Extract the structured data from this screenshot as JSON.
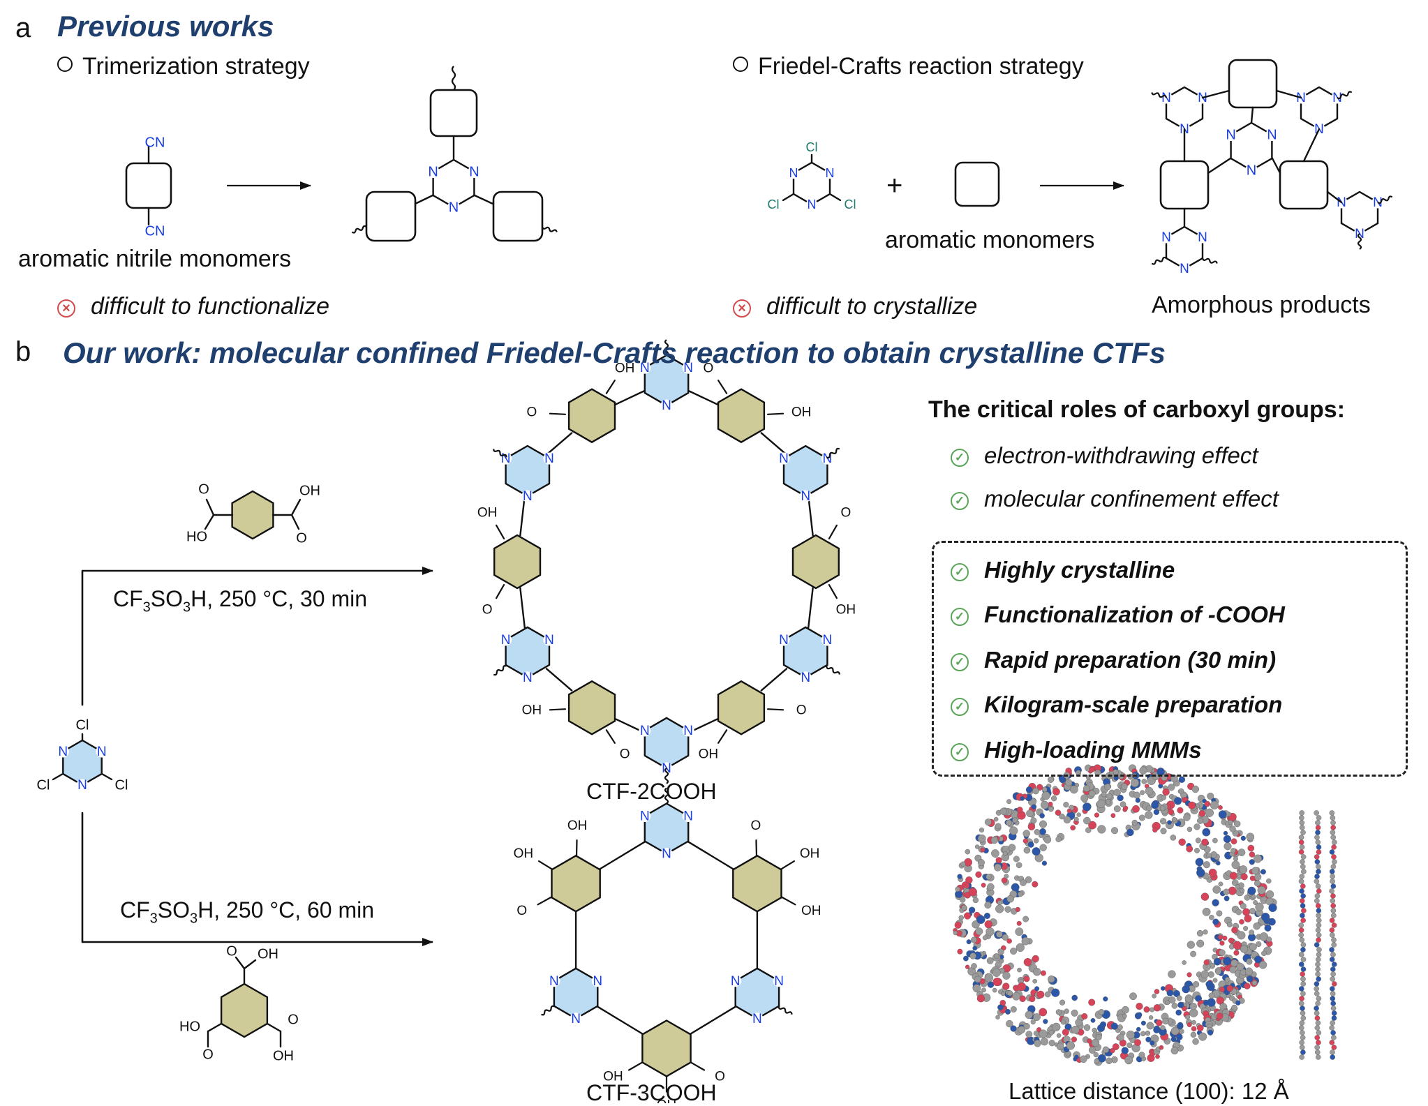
{
  "panel_a": {
    "letter": "a",
    "title": "Previous works",
    "left": {
      "strategy": "Trimerization strategy",
      "monomer_top": "CN",
      "monomer_bottom": "CN",
      "monomer_caption": "aromatic nitrile monomers",
      "drawback": "difficult to functionalize"
    },
    "right": {
      "strategy": "Friedel-Crafts reaction strategy",
      "cl_label": "Cl",
      "plus": "+",
      "monomer_caption": "aromatic monomers",
      "drawback": "difficult to crystallize",
      "product_caption": "Amorphous products"
    },
    "ring_atom": "N"
  },
  "panel_b": {
    "letter": "b",
    "title": "Our work: molecular confined Friedel-Crafts reaction to obtain crystalline CTFs",
    "condition_top": {
      "pre": "CF",
      "s1": "3",
      "mid": "SO",
      "s2": "3",
      "post": "H, 250 °C, 30 min"
    },
    "condition_bottom": {
      "pre": "CF",
      "s1": "3",
      "mid": "SO",
      "s2": "3",
      "post": "H, 250 °C, 60 min"
    },
    "product_top": "CTF-2COOH",
    "product_bottom": "CTF-3COOH",
    "atom_o": "O",
    "atom_oh": "OH",
    "atom_ho": "HO",
    "roles_title": "The critical roles of carboxyl groups:",
    "effects": [
      "electron-withdrawing effect",
      "molecular confinement effect"
    ],
    "features": [
      "Highly crystalline",
      "Functionalization of -COOH",
      "Rapid preparation (30 min)",
      "Kilogram-scale preparation",
      "High-loading MMMs"
    ],
    "lattice_caption": "Lattice distance (100): 12 Å"
  },
  "colors": {
    "heading": "#1f3f6e",
    "triazine_fill": "#bcdcf4",
    "benzene_fill": "#cfcb98",
    "nitrogen": "#1a3fe0",
    "chlorine": "#1e7a6e",
    "cross": "#d24a4a",
    "check": "#5aa55a",
    "atom_red": "#d7445a",
    "atom_blue": "#2c57a8",
    "atom_gray": "#9a9a9a"
  }
}
